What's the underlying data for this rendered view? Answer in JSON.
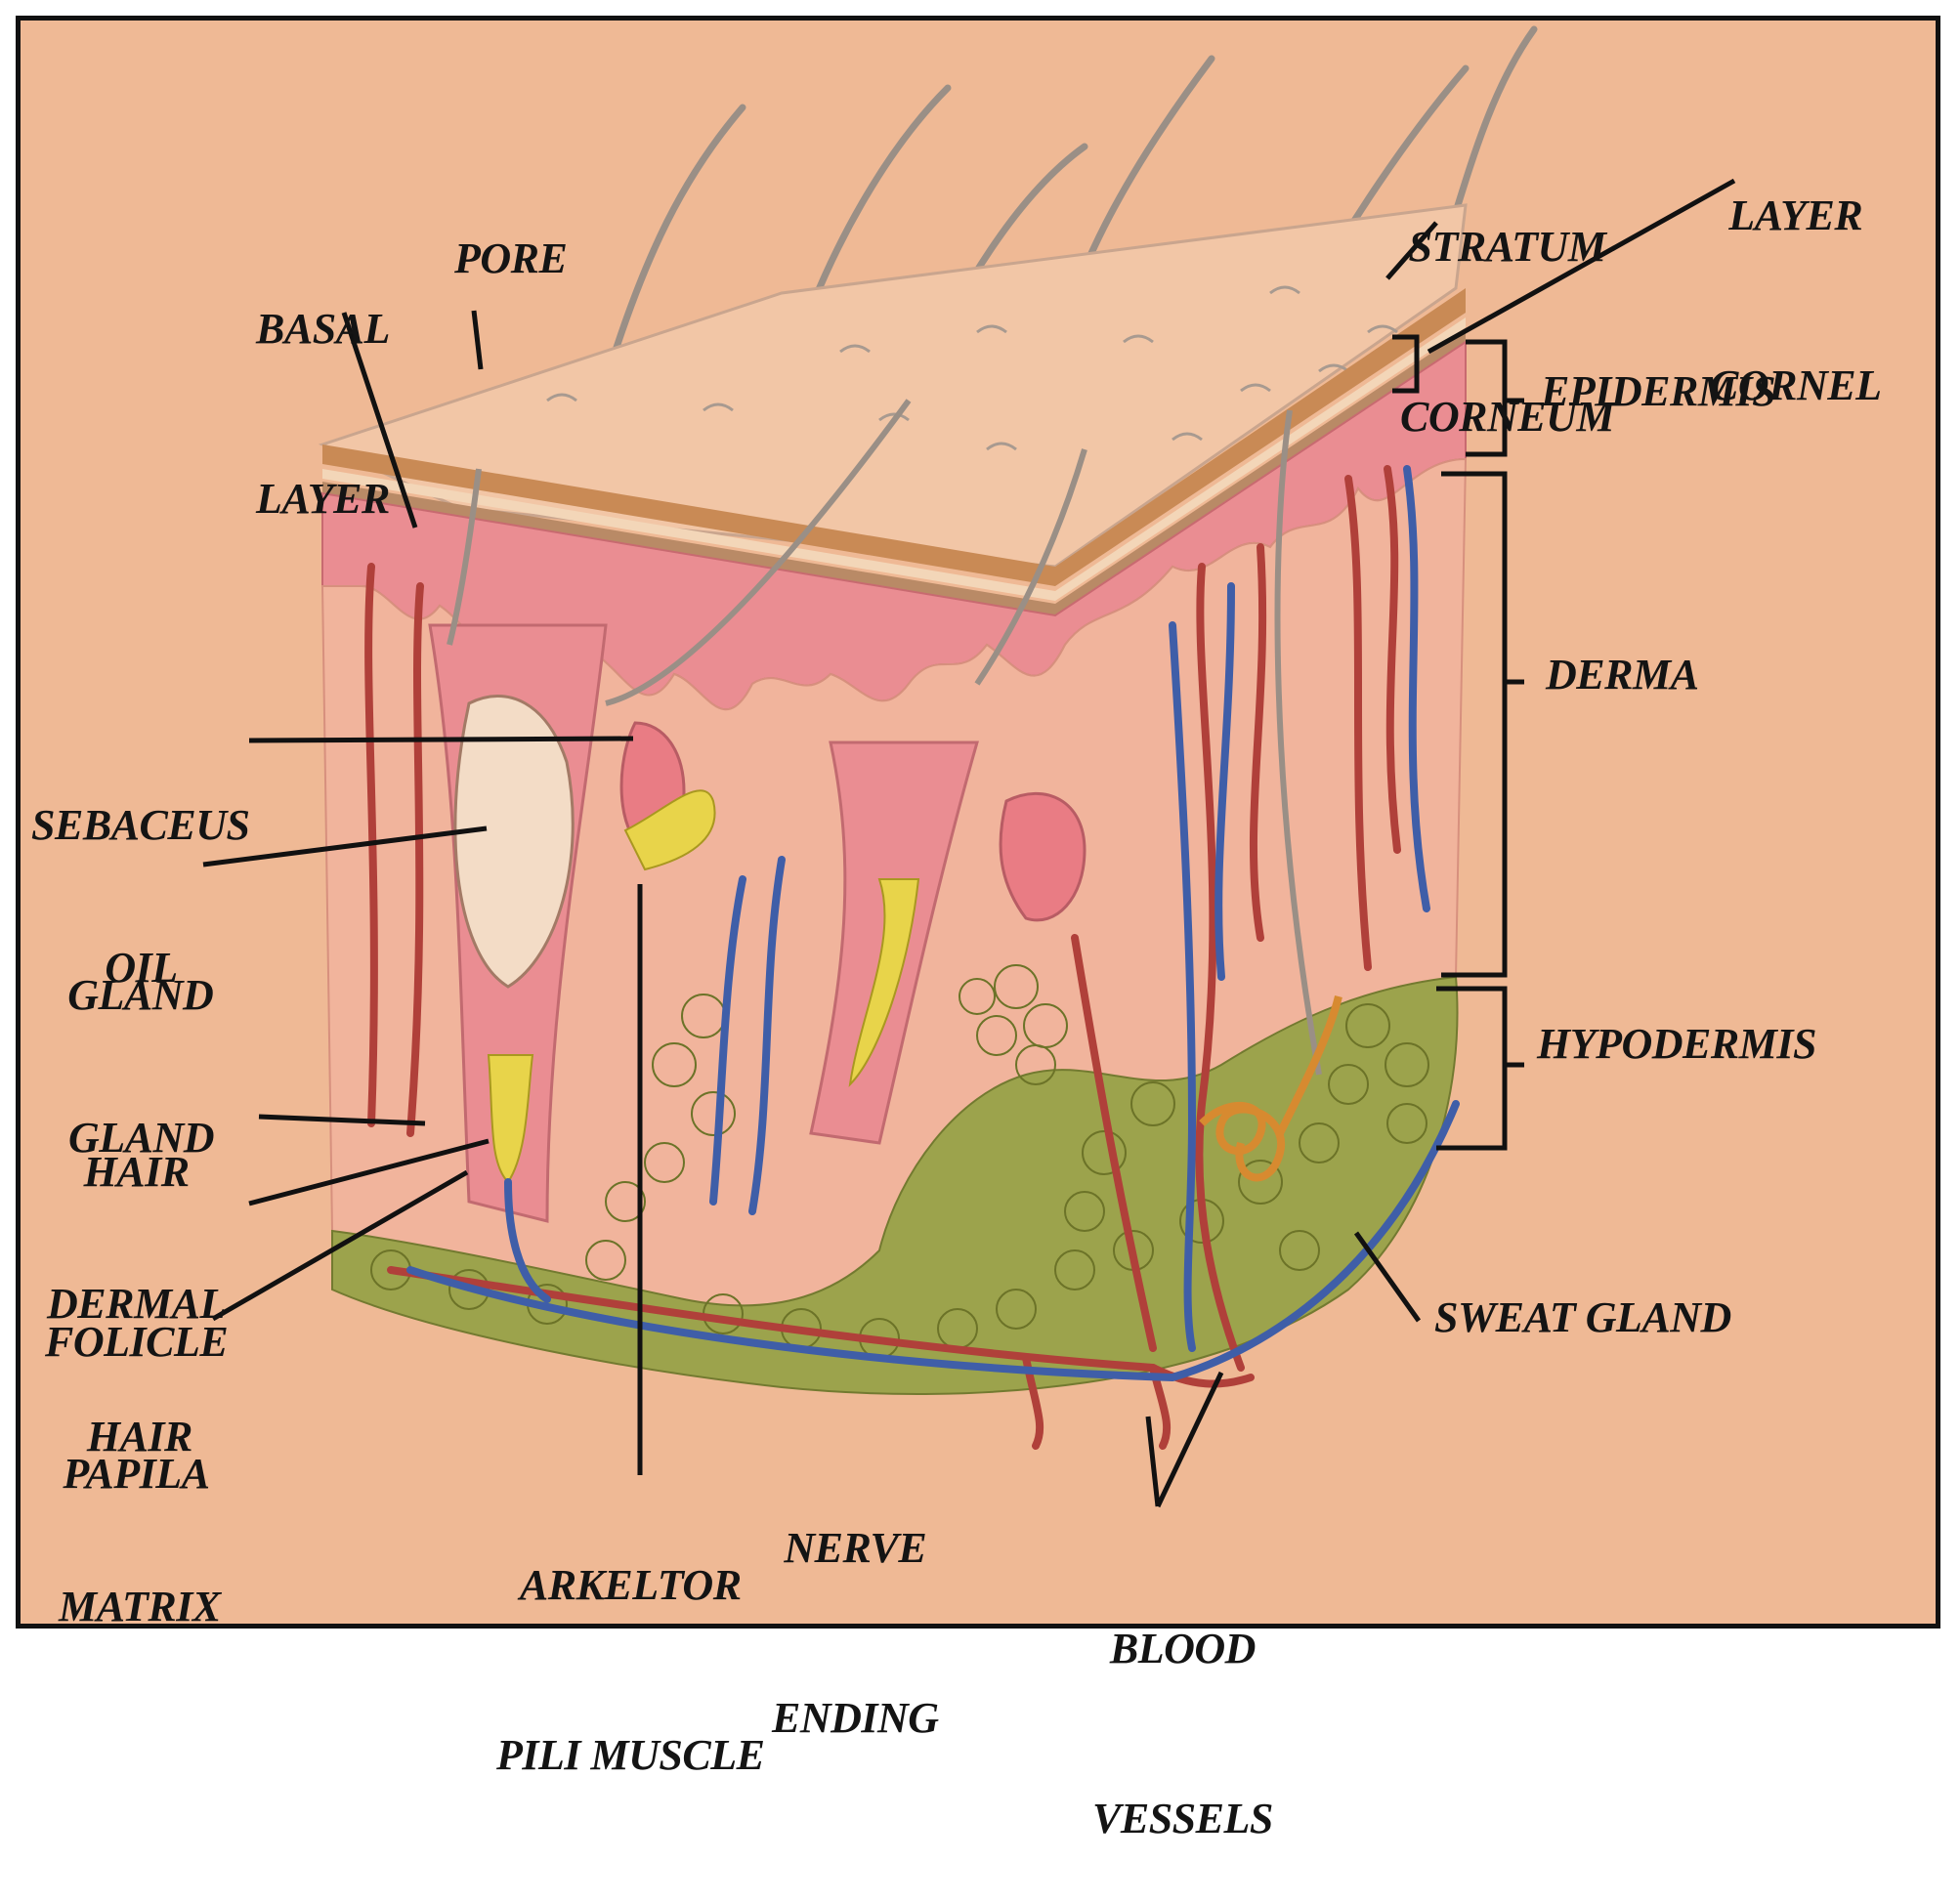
{
  "palette": {
    "background": "#efb995",
    "epidermis": "#e8868a",
    "dermis": "#f0a8a0",
    "fat": "#9ca34c",
    "artery": "#b0403a",
    "vein": "#3f5ea8",
    "gland": "#e8d44a",
    "ink": "#141414"
  },
  "labels": {
    "basal_layer": [
      "BASAL",
      "LAYER"
    ],
    "pore": "PORE",
    "stratum_corneum": [
      "STRATUM",
      "CORNEUM"
    ],
    "layer_cornel": [
      "LAYER",
      "CORNEL"
    ],
    "epidermis": "EPIDERMIS",
    "derma": "DERMA",
    "hypodermis": "HYPODERMIS",
    "sebaceus_gland": [
      "SEBACEUS",
      "GLAND"
    ],
    "oil_gland": [
      "OIL",
      "GLAND"
    ],
    "hair_folicle": [
      "HAIR",
      "FOLICLE"
    ],
    "dermal_papila": [
      "DERMAL",
      "PAPILA"
    ],
    "hair_matrix": [
      "HAIR",
      "MATRIX"
    ],
    "arkeltor_pili_muscle": [
      "ARKELTOR",
      "PILI MUSCLE"
    ],
    "nerve_ending": [
      "NERVE",
      "ENDING"
    ],
    "blood_vessels": [
      "BLOOD",
      "VESSELS"
    ],
    "sweat_gland": "SWEAT GLAND"
  }
}
